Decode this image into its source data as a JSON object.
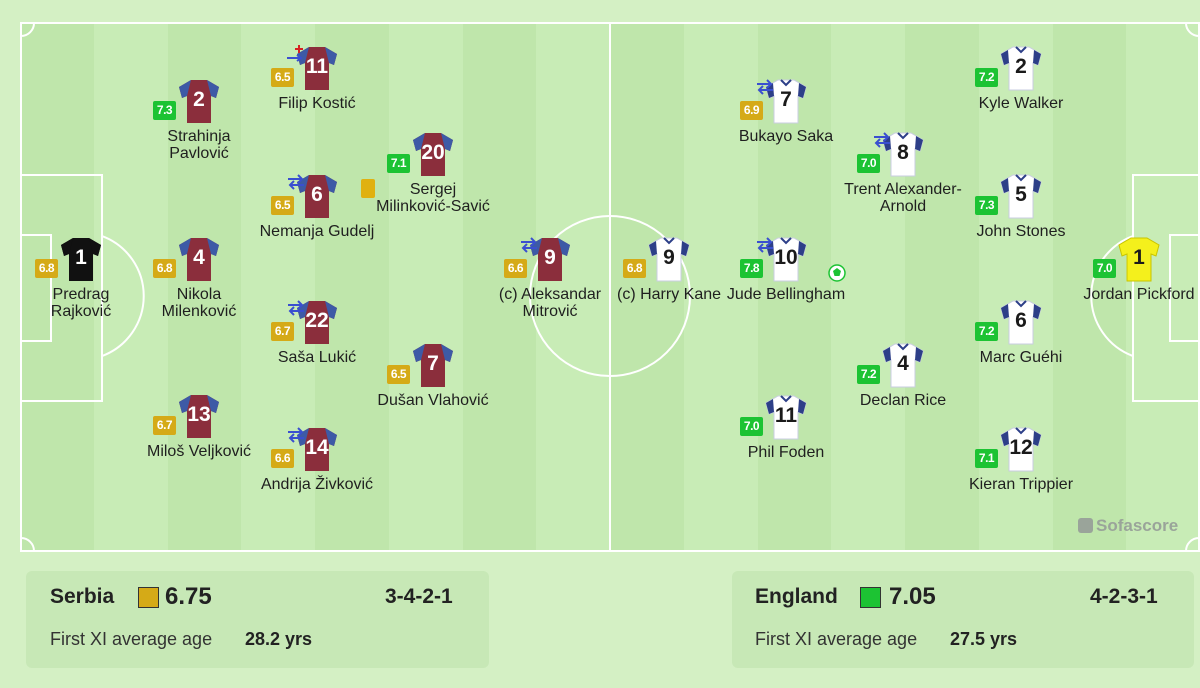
{
  "brand": {
    "watermark": "Sofascore",
    "icon": "sofascore-logo-icon"
  },
  "colors": {
    "serbia_shirt": "#8b2e3c",
    "serbia_sleeve": "#3d5aa6",
    "serbia_gk": "#111111",
    "england_shirt": "#ffffff",
    "england_trim": "#2d3f88",
    "england_gk": "#f4f01c",
    "rating_yellow": "#d5aa17",
    "rating_green": "#1cc333"
  },
  "serbia": {
    "name": "Serbia",
    "avg_rating": "6.75",
    "formation": "3-4-2-1",
    "age_label": "First XI average age",
    "age_value": "28.2 yrs",
    "players": [
      {
        "num": "1",
        "name": "Predrag Rajković",
        "rating": "6.8",
        "rcolor": "yellow",
        "gk": true
      },
      {
        "num": "2",
        "name": "Strahinja Pavlović",
        "rating": "7.3",
        "rcolor": "green"
      },
      {
        "num": "4",
        "name": "Nikola Milenković",
        "rating": "6.8",
        "rcolor": "yellow"
      },
      {
        "num": "13",
        "name": "Miloš Veljković",
        "rating": "6.7",
        "rcolor": "yellow"
      },
      {
        "num": "11",
        "name": "Filip Kostić",
        "rating": "6.5",
        "rcolor": "yellow",
        "event": "injury-sub"
      },
      {
        "num": "6",
        "name": "Nemanja Gudelj",
        "rating": "6.5",
        "rcolor": "yellow",
        "event": "sub",
        "card": "yellow"
      },
      {
        "num": "22",
        "name": "Saša Lukić",
        "rating": "6.7",
        "rcolor": "yellow",
        "event": "sub"
      },
      {
        "num": "14",
        "name": "Andrija Živković",
        "rating": "6.6",
        "rcolor": "yellow",
        "event": "sub"
      },
      {
        "num": "20",
        "name": "Sergej Milinković-Savić",
        "rating": "7.1",
        "rcolor": "green"
      },
      {
        "num": "7",
        "name": "Dušan Vlahović",
        "rating": "6.5",
        "rcolor": "yellow"
      },
      {
        "num": "9",
        "name": "(c) Aleksandar Mitrović",
        "rating": "6.6",
        "rcolor": "yellow",
        "event": "sub"
      }
    ]
  },
  "england": {
    "name": "England",
    "avg_rating": "7.05",
    "formation": "4-2-3-1",
    "age_label": "First XI average age",
    "age_value": "27.5 yrs",
    "players": [
      {
        "num": "9",
        "name": "(c) Harry Kane",
        "rating": "6.8",
        "rcolor": "yellow"
      },
      {
        "num": "7",
        "name": "Bukayo Saka",
        "rating": "6.9",
        "rcolor": "yellow",
        "event": "sub"
      },
      {
        "num": "10",
        "name": "Jude Bellingham",
        "rating": "7.8",
        "rcolor": "green",
        "event": "sub",
        "goal": true
      },
      {
        "num": "11",
        "name": "Phil Foden",
        "rating": "7.0",
        "rcolor": "green"
      },
      {
        "num": "8",
        "name": "Trent Alexander-Arnold",
        "rating": "7.0",
        "rcolor": "green",
        "event": "sub"
      },
      {
        "num": "4",
        "name": "Declan Rice",
        "rating": "7.2",
        "rcolor": "green"
      },
      {
        "num": "2",
        "name": "Kyle Walker",
        "rating": "7.2",
        "rcolor": "green"
      },
      {
        "num": "5",
        "name": "John Stones",
        "rating": "7.3",
        "rcolor": "green"
      },
      {
        "num": "6",
        "name": "Marc Guéhi",
        "rating": "7.2",
        "rcolor": "green"
      },
      {
        "num": "12",
        "name": "Kieran Trippier",
        "rating": "7.1",
        "rcolor": "green"
      },
      {
        "num": "1",
        "name": "Jordan Pickford",
        "rating": "7.0",
        "rcolor": "green",
        "gk": true
      }
    ]
  }
}
